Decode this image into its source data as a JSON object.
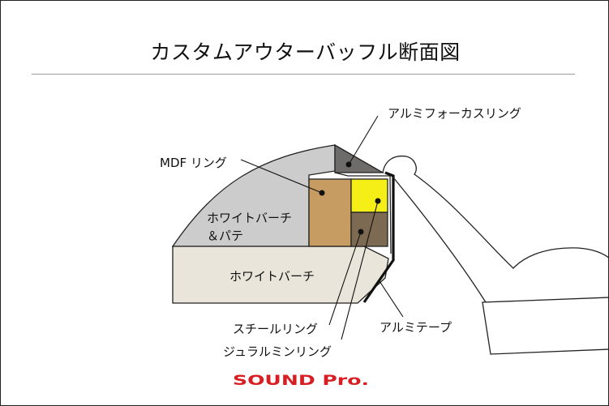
{
  "title": "カスタムアウターバッフル断面図",
  "labels": {
    "aluminum_focus_ring": "アルミフォーカスリング",
    "mdf_ring": "MDF リング",
    "white_birch_putty_line1": "ホワイトバーチ",
    "white_birch_putty_line2": "＆パテ",
    "white_birch": "ホワイトバーチ",
    "steel_ring": "スチールリング",
    "aluminum_tape": "アルミテープ",
    "duralumin_ring": "ジュラルミンリング"
  },
  "logo": "SOUND Pro.",
  "colors": {
    "birch_putty": "#cccccc",
    "white_birch": "#e9e5da",
    "mdf": "#c69c62",
    "duralumin": "#f6ee17",
    "steel": "#7d6a52",
    "focus_ring": "#6e6b6b",
    "logo": "#d81e22"
  }
}
